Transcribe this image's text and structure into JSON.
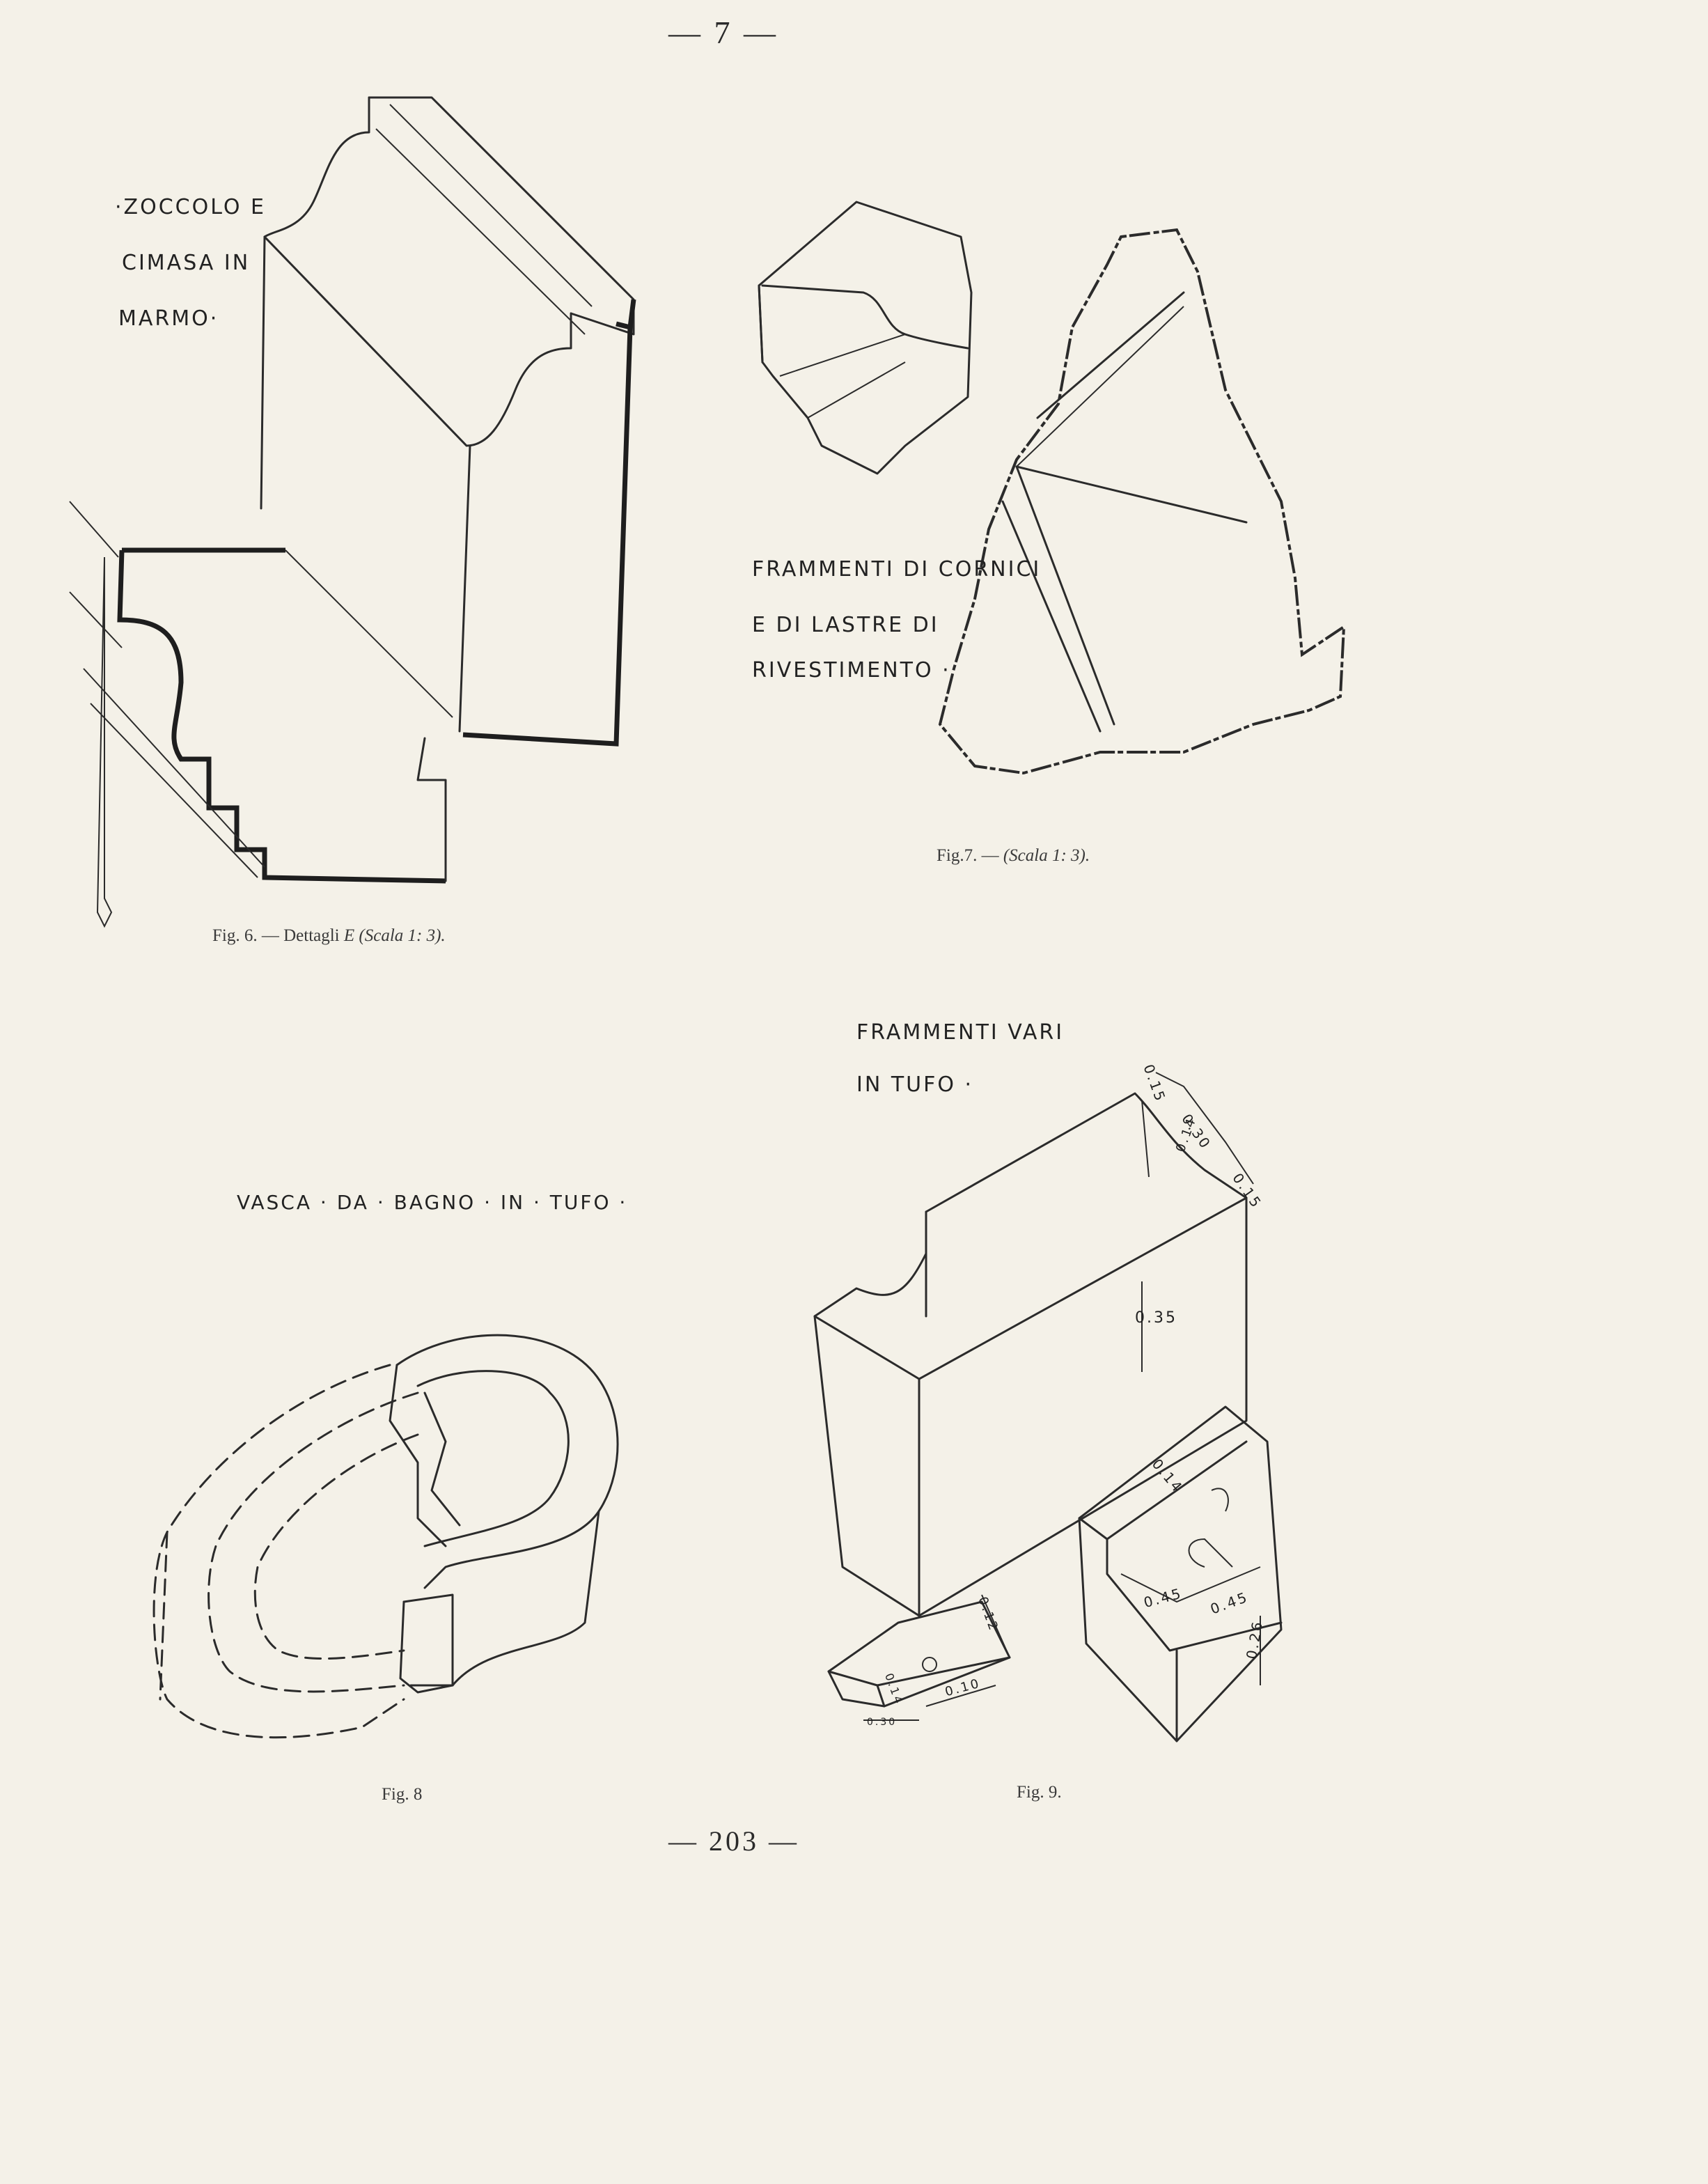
{
  "header": {
    "page_marker": "— 7 —"
  },
  "fig6": {
    "label_lines": [
      "·ZOCCOLO E",
      "CIMASA IN",
      "MARMO·"
    ],
    "caption_prefix": "Fig. 6. — Dettagli",
    "caption_italic": "E (Scala 1: 3)."
  },
  "fig7": {
    "label_lines": [
      "FRAMMENTI DI CORNICI",
      "E DI LASTRE DI",
      "RIVESTIMENTO ·"
    ],
    "caption_prefix": "Fig.7. —",
    "caption_italic": "(Scala 1: 3)."
  },
  "fig8": {
    "label": "VASCA · DA · BAGNO · IN · TUFO ·",
    "caption": "Fig. 8"
  },
  "fig9": {
    "label_lines": [
      "FRAMMENTI VARI",
      "IN TUFO ·"
    ],
    "caption": "Fig. 9.",
    "dimensions": {
      "d015a": "0.15",
      "d030": "0.30",
      "d015b": "0.15",
      "d014": "0.14",
      "d035": "0.35",
      "d014b": "0.14",
      "d045a": "0.45",
      "d045b": "0.45",
      "d026": "0.26",
      "d012": "0.12",
      "d010": "0.10",
      "d014c": "0.14",
      "d030b": "0.30"
    }
  },
  "footer": {
    "page_number": "— 203 —"
  }
}
